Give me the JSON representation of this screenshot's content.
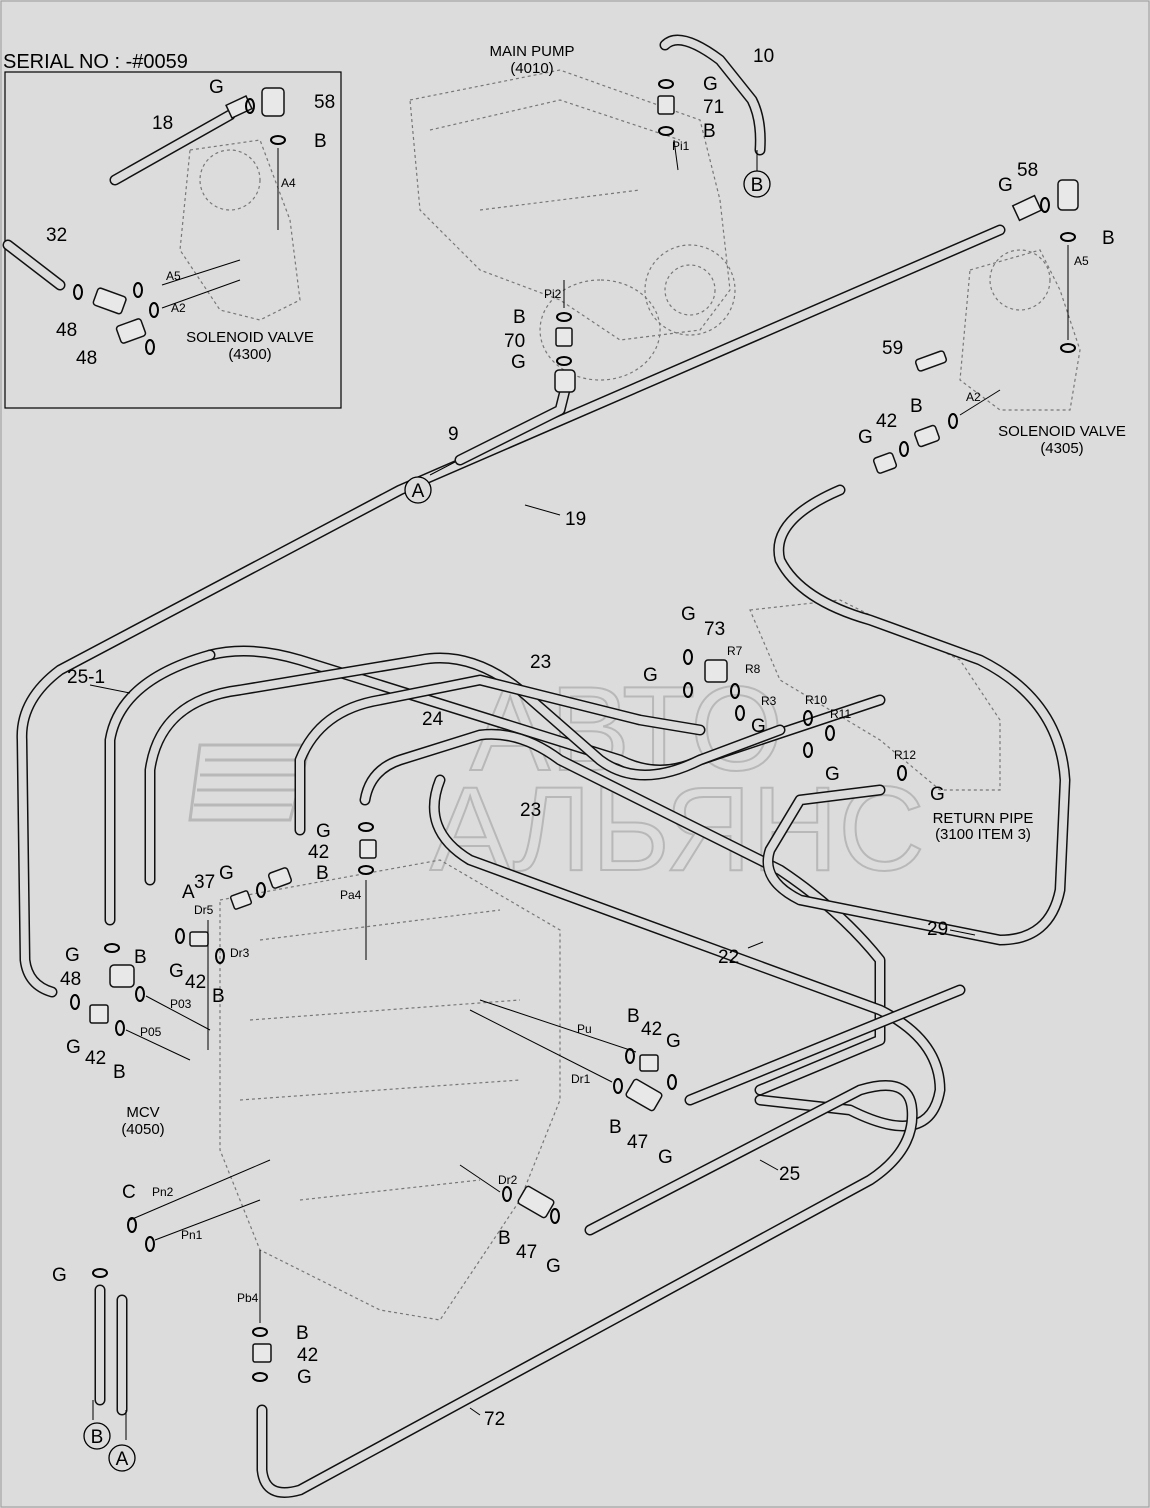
{
  "serial": "SERIAL NO : -#0059",
  "titles": {
    "main_pump": [
      "MAIN PUMP",
      "(4010)"
    ],
    "solenoid_4300": [
      "SOLENOID VALVE",
      "(4300)"
    ],
    "solenoid_4305": [
      "SOLENOID VALVE",
      "(4305)"
    ],
    "return_pipe": [
      "RETURN PIPE",
      "(3100 ITEM 3)"
    ],
    "mcv": [
      "MCV",
      "(4050)"
    ]
  },
  "watermark": [
    "АВТО",
    "АЛЬЯНС"
  ],
  "callouts": [
    {
      "t": "10"
    },
    {
      "t": "G"
    },
    {
      "t": "71"
    },
    {
      "t": "B"
    },
    {
      "t": "Pi1"
    },
    {
      "t": "58"
    },
    {
      "t": "G"
    },
    {
      "t": "B"
    },
    {
      "t": "A5"
    },
    {
      "t": "G"
    },
    {
      "t": "58"
    },
    {
      "t": "18"
    },
    {
      "t": "B"
    },
    {
      "t": "A4"
    },
    {
      "t": "32"
    },
    {
      "t": "A5"
    },
    {
      "t": "A2"
    },
    {
      "t": "48"
    },
    {
      "t": "48"
    },
    {
      "t": "Pi2"
    },
    {
      "t": "B"
    },
    {
      "t": "70"
    },
    {
      "t": "G"
    },
    {
      "t": "9"
    },
    {
      "t": "59"
    },
    {
      "t": "B"
    },
    {
      "t": "A2"
    },
    {
      "t": "42"
    },
    {
      "t": "G"
    },
    {
      "t": "19"
    },
    {
      "t": "G"
    },
    {
      "t": "73"
    },
    {
      "t": "R7"
    },
    {
      "t": "R8"
    },
    {
      "t": "G"
    },
    {
      "t": "R3"
    },
    {
      "t": "G"
    },
    {
      "t": "R10"
    },
    {
      "t": "R11"
    },
    {
      "t": "G"
    },
    {
      "t": "R12"
    },
    {
      "t": "G"
    },
    {
      "t": "23"
    },
    {
      "t": "24"
    },
    {
      "t": "23"
    },
    {
      "t": "25-1"
    },
    {
      "t": "G"
    },
    {
      "t": "42"
    },
    {
      "t": "B"
    },
    {
      "t": "Pa4"
    },
    {
      "t": "A"
    },
    {
      "t": "37"
    },
    {
      "t": "G"
    },
    {
      "t": "Dr5"
    },
    {
      "t": "Dr3"
    },
    {
      "t": "G"
    },
    {
      "t": "42"
    },
    {
      "t": "B"
    },
    {
      "t": "G"
    },
    {
      "t": "48"
    },
    {
      "t": "B"
    },
    {
      "t": "P03"
    },
    {
      "t": "G"
    },
    {
      "t": "42"
    },
    {
      "t": "B"
    },
    {
      "t": "P05"
    },
    {
      "t": "22"
    },
    {
      "t": "29"
    },
    {
      "t": "B"
    },
    {
      "t": "42"
    },
    {
      "t": "G"
    },
    {
      "t": "Pu"
    },
    {
      "t": "Dr1"
    },
    {
      "t": "B"
    },
    {
      "t": "47"
    },
    {
      "t": "G"
    },
    {
      "t": "25"
    },
    {
      "t": "Dr2"
    },
    {
      "t": "B"
    },
    {
      "t": "47"
    },
    {
      "t": "G"
    },
    {
      "t": "C"
    },
    {
      "t": "Pn2"
    },
    {
      "t": "Pn1"
    },
    {
      "t": "G"
    },
    {
      "t": "Pb4"
    },
    {
      "t": "B"
    },
    {
      "t": "42"
    },
    {
      "t": "G"
    },
    {
      "t": "72"
    }
  ],
  "refs": [
    "B",
    "A",
    "B",
    "A"
  ]
}
